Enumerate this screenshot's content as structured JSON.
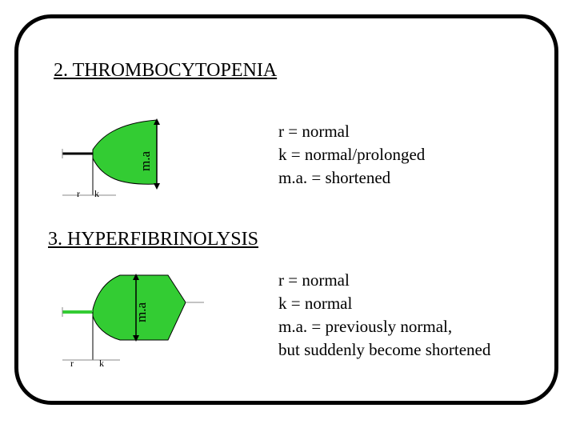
{
  "sections": [
    {
      "title": "2. THROMBOCYTOPENIA",
      "diagram": {
        "r_label": "r",
        "k_label": "k",
        "ma_label": "m.a",
        "fill": "#33cc33"
      },
      "lines": [
        "r = normal",
        "k = normal/prolonged",
        "m.a. = shortened"
      ]
    },
    {
      "title": "3. HYPERFIBRINOLYSIS",
      "diagram": {
        "r_label": "r",
        "k_label": "k",
        "ma_label": "m.a",
        "fill": "#33cc33"
      },
      "lines": [
        "r = normal",
        "k = normal",
        "m.a. = previously normal,",
        "but suddenly become shortened"
      ]
    }
  ]
}
